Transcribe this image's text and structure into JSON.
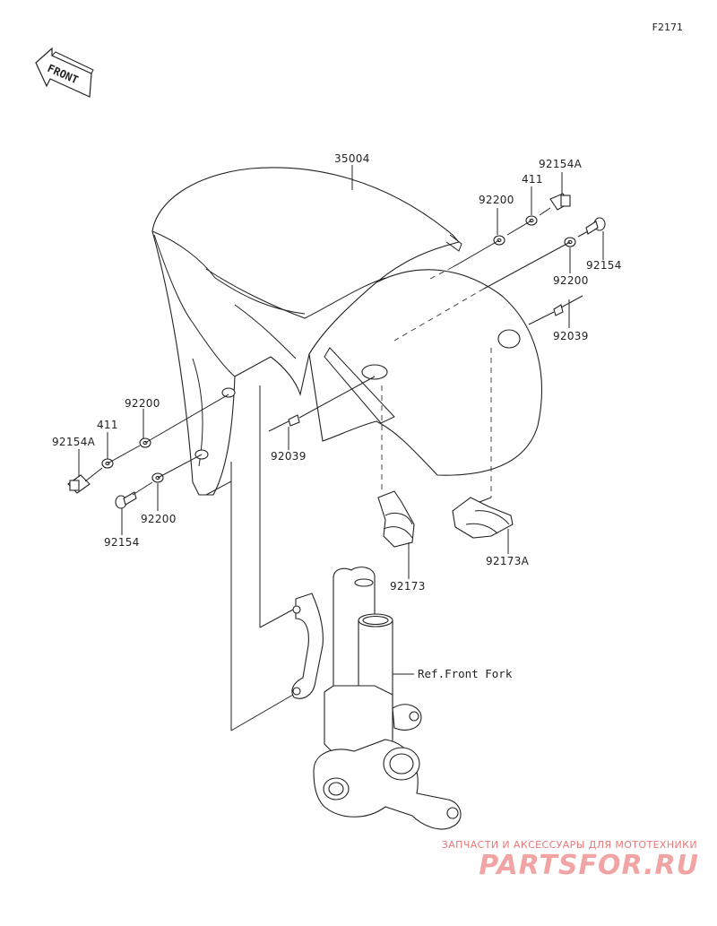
{
  "figure_id": "F2171",
  "front_badge": "FRONT",
  "watermark": {
    "tagline": "ЗАПЧАСТИ И АКСЕССУАРЫ ДЛЯ МОТОТЕХНИКИ",
    "logo": "PARTSFOR.RU"
  },
  "labels": {
    "fender": "35004",
    "collar_r_upper": "92200",
    "washer_r": "411",
    "bolt_a_r": "92154A",
    "bolt_r": "92154",
    "collar_r_lower": "92200",
    "rivet_r": "92039",
    "collar_l_upper": "92200",
    "washer_l": "411",
    "bolt_a_l": "92154A",
    "rivet_l": "92039",
    "collar_l_lower": "92200",
    "bolt_l": "92154",
    "clamp": "92173",
    "clamp_a": "92173A",
    "ref_fork": "Ref.Front Fork"
  }
}
